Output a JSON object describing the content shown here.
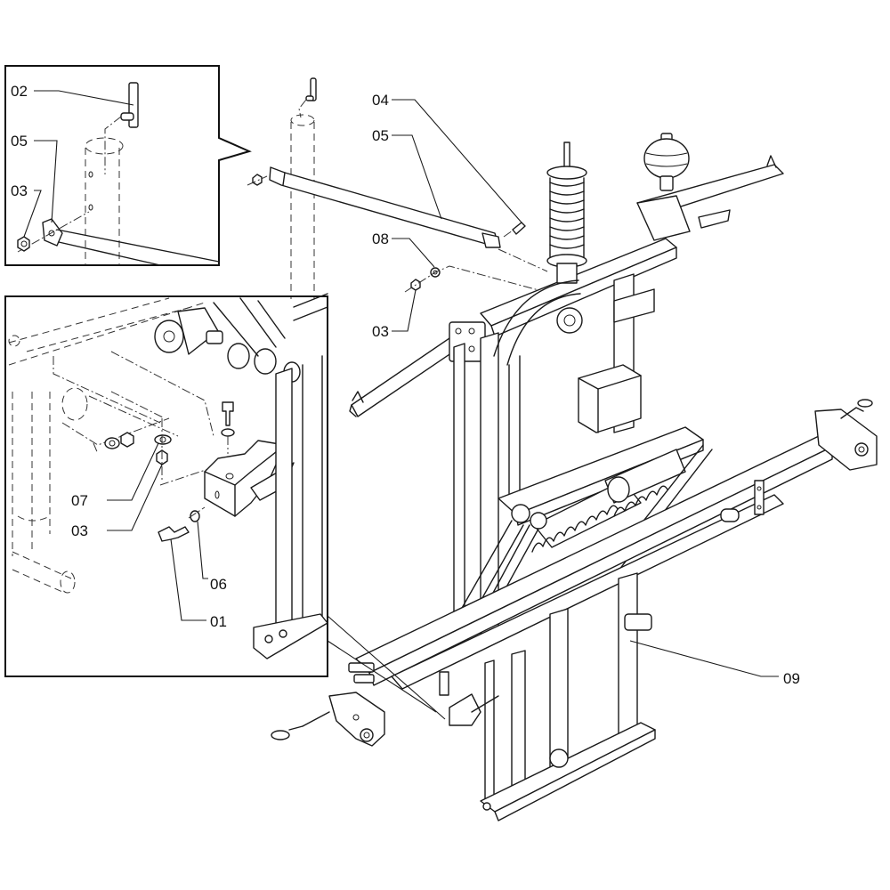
{
  "diagram": {
    "title": "Exploded parts view - hitch frame assembly",
    "callouts": {
      "detail_top": [
        {
          "id": "c-02",
          "label": "02"
        },
        {
          "id": "c-05a",
          "label": "05"
        },
        {
          "id": "c-03a",
          "label": "03"
        }
      ],
      "main": [
        {
          "id": "c-04",
          "label": "04"
        },
        {
          "id": "c-05b",
          "label": "05"
        },
        {
          "id": "c-08",
          "label": "08"
        },
        {
          "id": "c-03b",
          "label": "03"
        },
        {
          "id": "c-09",
          "label": "09"
        }
      ],
      "detail_bottom": [
        {
          "id": "c-07",
          "label": "07"
        },
        {
          "id": "c-03c",
          "label": "03"
        },
        {
          "id": "c-06",
          "label": "06"
        },
        {
          "id": "c-01",
          "label": "01"
        }
      ]
    },
    "colors": {
      "line": "#1a1a1a",
      "background": "#ffffff"
    }
  }
}
